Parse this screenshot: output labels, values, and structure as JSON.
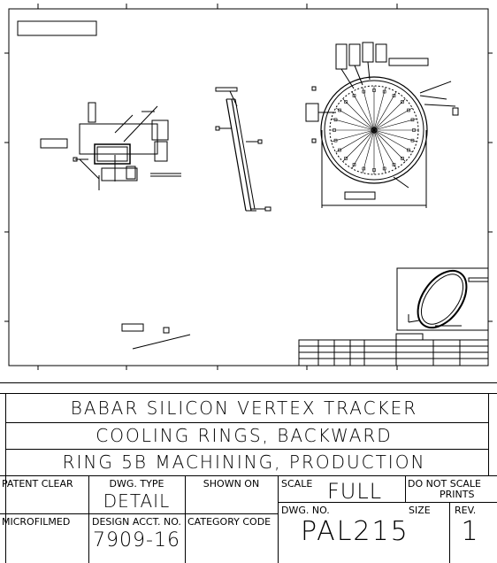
{
  "title_block": {
    "line1": "BABAR SILICON VERTEX TRACKER",
    "line2": "COOLING RINGS, BACKWARD",
    "line3": "RING 5B MACHINING, PRODUCTION",
    "patent_clear_label": "PATENT CLEAR",
    "dwg_type_label": "DWG. TYPE",
    "dwg_type_value": "DETAIL",
    "shown_on_label": "SHOWN ON",
    "scale_label": "SCALE",
    "scale_value": "FULL",
    "do_not_scale_line1": "DO NOT SCALE",
    "do_not_scale_line2": "PRINTS",
    "microfilmed_label": "MICROFILMED",
    "design_acct_label": "DESIGN ACCT. NO.",
    "design_acct_value": "7909-16",
    "category_code_label": "CATEGORY CODE",
    "dwg_no_label": "DWG. NO.",
    "dwg_no_value": "PAL215",
    "size_label": "SIZE",
    "rev_label": "REV.",
    "rev_value": "1"
  }
}
